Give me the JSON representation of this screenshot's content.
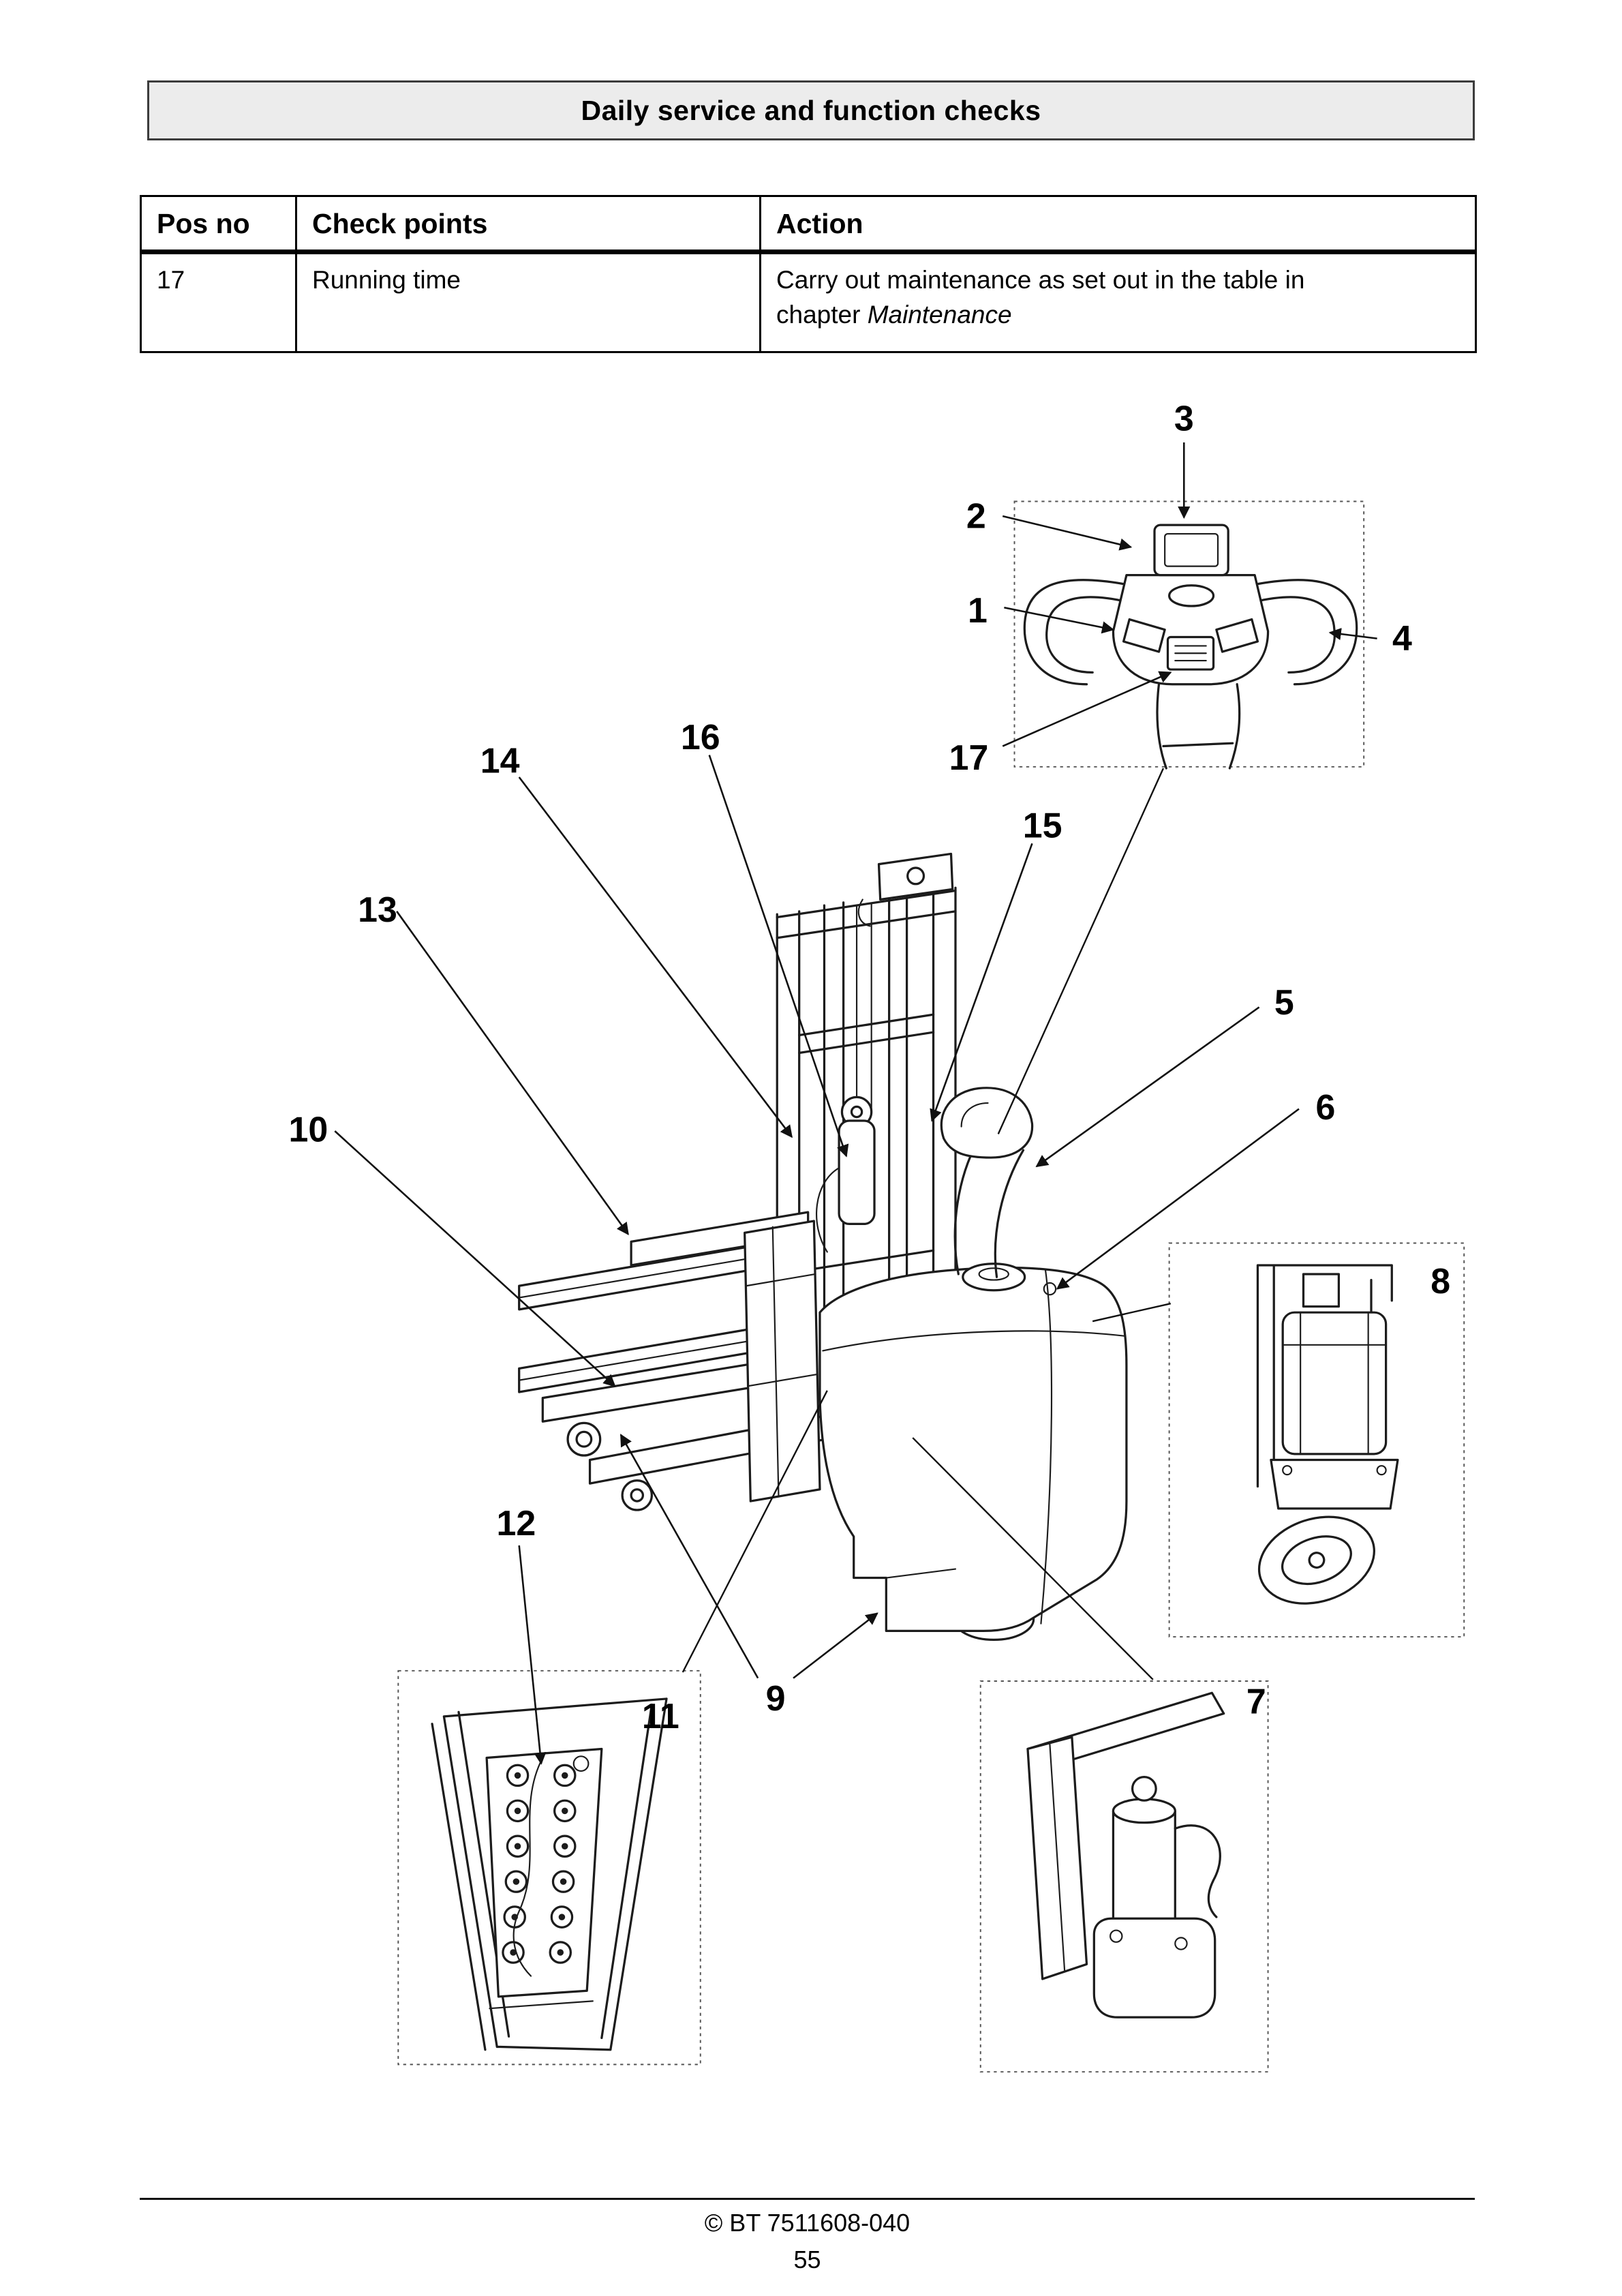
{
  "page": {
    "title": "Daily service and function checks",
    "footer": {
      "copyright": "© BT 7511608-040",
      "page_number": "55"
    }
  },
  "table": {
    "headers": [
      "Pos no",
      "Check points",
      "Action"
    ],
    "rows": [
      {
        "pos": "17",
        "check_point": "Running time",
        "action_text": "Carry out maintenance as set out in the table in chapter ",
        "action_chapter": "Maintenance"
      }
    ]
  },
  "diagram": {
    "callouts": [
      {
        "n": "1"
      },
      {
        "n": "2"
      },
      {
        "n": "3"
      },
      {
        "n": "4"
      },
      {
        "n": "5"
      },
      {
        "n": "6"
      },
      {
        "n": "7"
      },
      {
        "n": "8"
      },
      {
        "n": "9"
      },
      {
        "n": "10"
      },
      {
        "n": "11"
      },
      {
        "n": "12"
      },
      {
        "n": "13"
      },
      {
        "n": "14"
      },
      {
        "n": "15"
      },
      {
        "n": "16"
      },
      {
        "n": "17"
      }
    ]
  }
}
